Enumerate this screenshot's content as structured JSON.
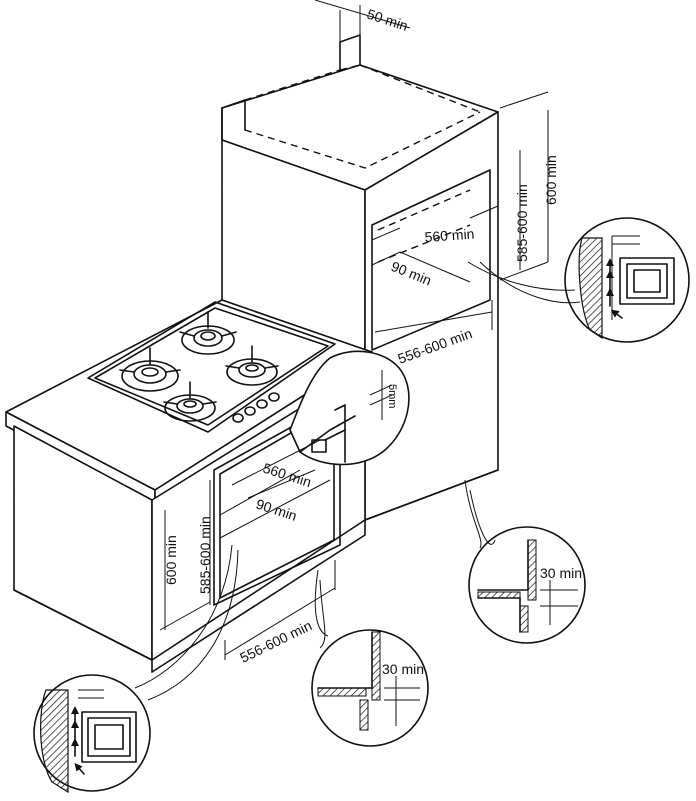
{
  "dimensions": {
    "top_gap": "50 min",
    "tower_depth": "560 min",
    "tower_back_gap": "90 min",
    "tower_height_range": "585-600 min",
    "tower_height": "600 min",
    "tower_width": "556-600 min",
    "hob_clearance": "5mm",
    "base_depth": "560 min",
    "base_back_gap": "90 min",
    "base_height": "600 min",
    "base_height_range": "585-600 min",
    "base_width": "556-600 min",
    "vent_right": "30 min",
    "vent_bottom": "30 min"
  }
}
